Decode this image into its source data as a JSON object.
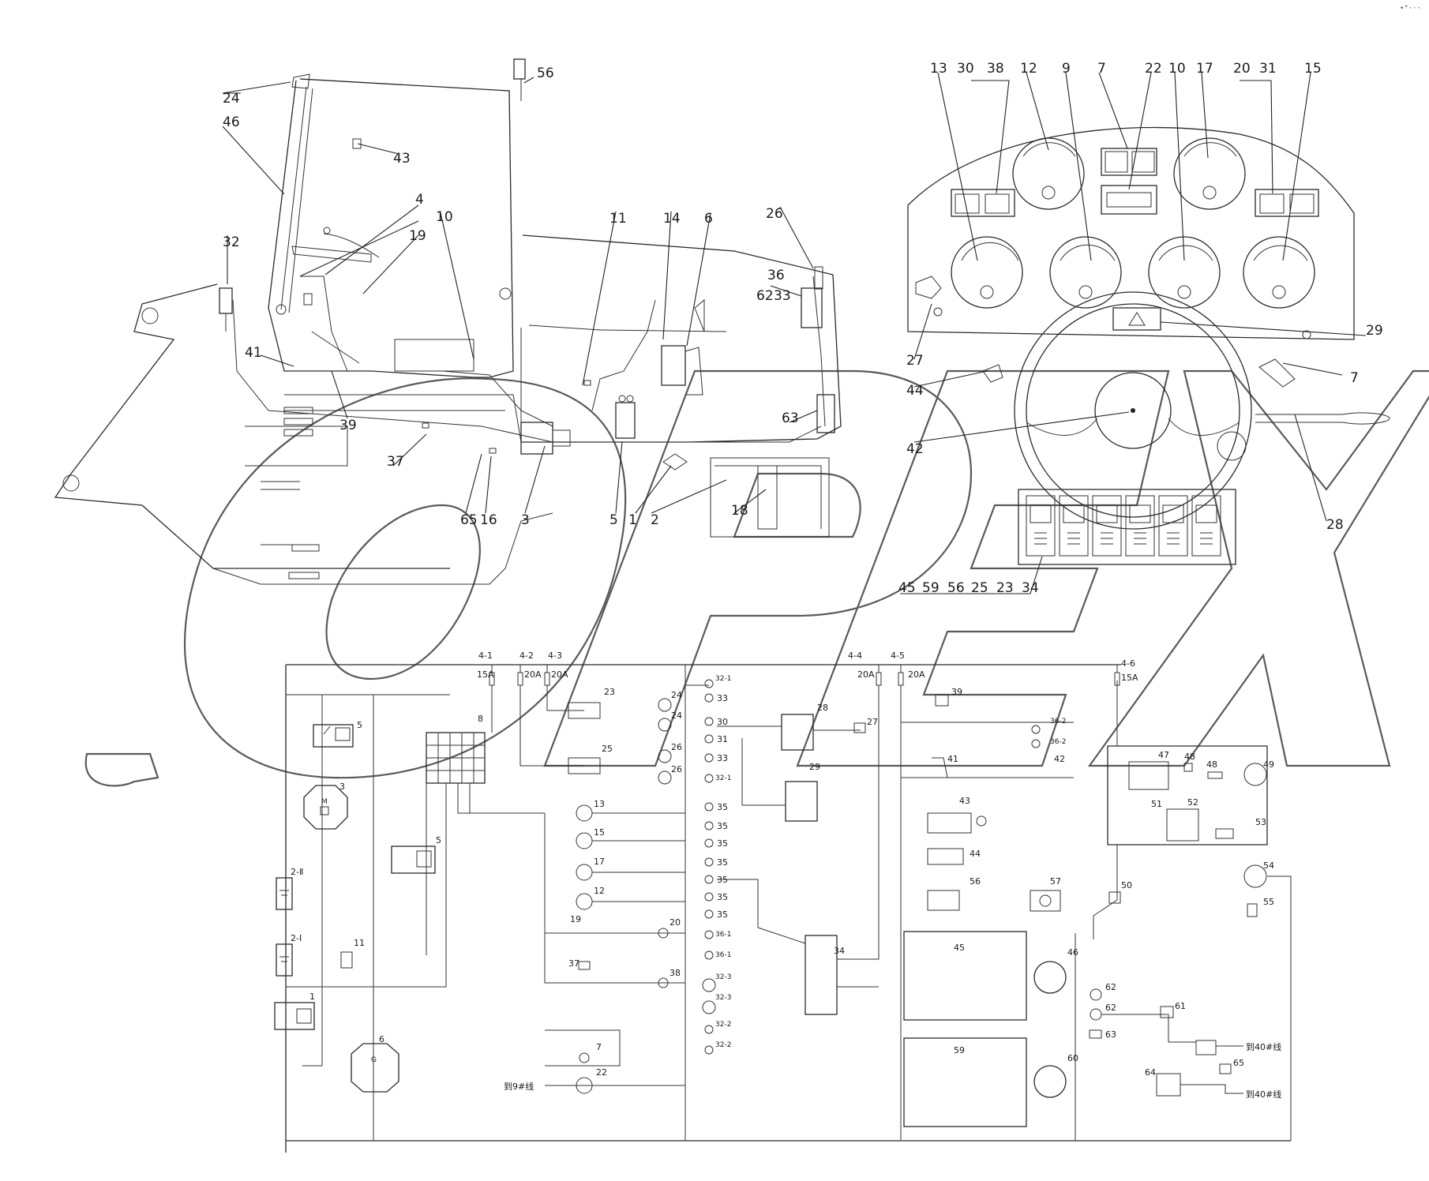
{
  "corner_mark": "•\"···",
  "watermark": "OPEX",
  "loader_callouts": [
    "24",
    "46",
    "56",
    "43",
    "4",
    "19",
    "10",
    "11",
    "14",
    "6",
    "26",
    "36",
    "62",
    "33",
    "32",
    "41",
    "39",
    "37",
    "65",
    "16",
    "3",
    "5",
    "1",
    "2",
    "18",
    "63"
  ],
  "dash_callouts_top": [
    "13",
    "30",
    "38",
    "12",
    "9",
    "7",
    "22",
    "10",
    "17",
    "20",
    "31",
    "15"
  ],
  "dash_callouts_side": [
    "29",
    "7",
    "27",
    "44",
    "42",
    "28"
  ],
  "dash_callouts_bottom": [
    "45",
    "59",
    "56",
    "25",
    "23",
    "34"
  ],
  "fuses": [
    {
      "id": "4-1",
      "rating": "15A"
    },
    {
      "id": "4-2",
      "rating": "20A"
    },
    {
      "id": "4-3",
      "rating": "20A"
    },
    {
      "id": "4-4",
      "rating": "20A"
    },
    {
      "id": "4-5",
      "rating": "20A"
    },
    {
      "id": "4-6",
      "rating": "15A"
    }
  ],
  "schematic_labels": {
    "battery2": "2-Ⅱ",
    "battery1": "2-Ⅰ",
    "lamp_numbers": [
      "32-1",
      "33",
      "30",
      "31",
      "33",
      "32-1",
      "35",
      "35",
      "35",
      "35",
      "35",
      "35",
      "35",
      "36-1",
      "36-1",
      "32-3",
      "32-3",
      "32-2",
      "32-2"
    ],
    "right_lamps": [
      "36-2",
      "36-2"
    ],
    "wire_to_9": "到9#线",
    "wire_to_40a": "到40#线",
    "wire_to_40b": "到40#线"
  }
}
